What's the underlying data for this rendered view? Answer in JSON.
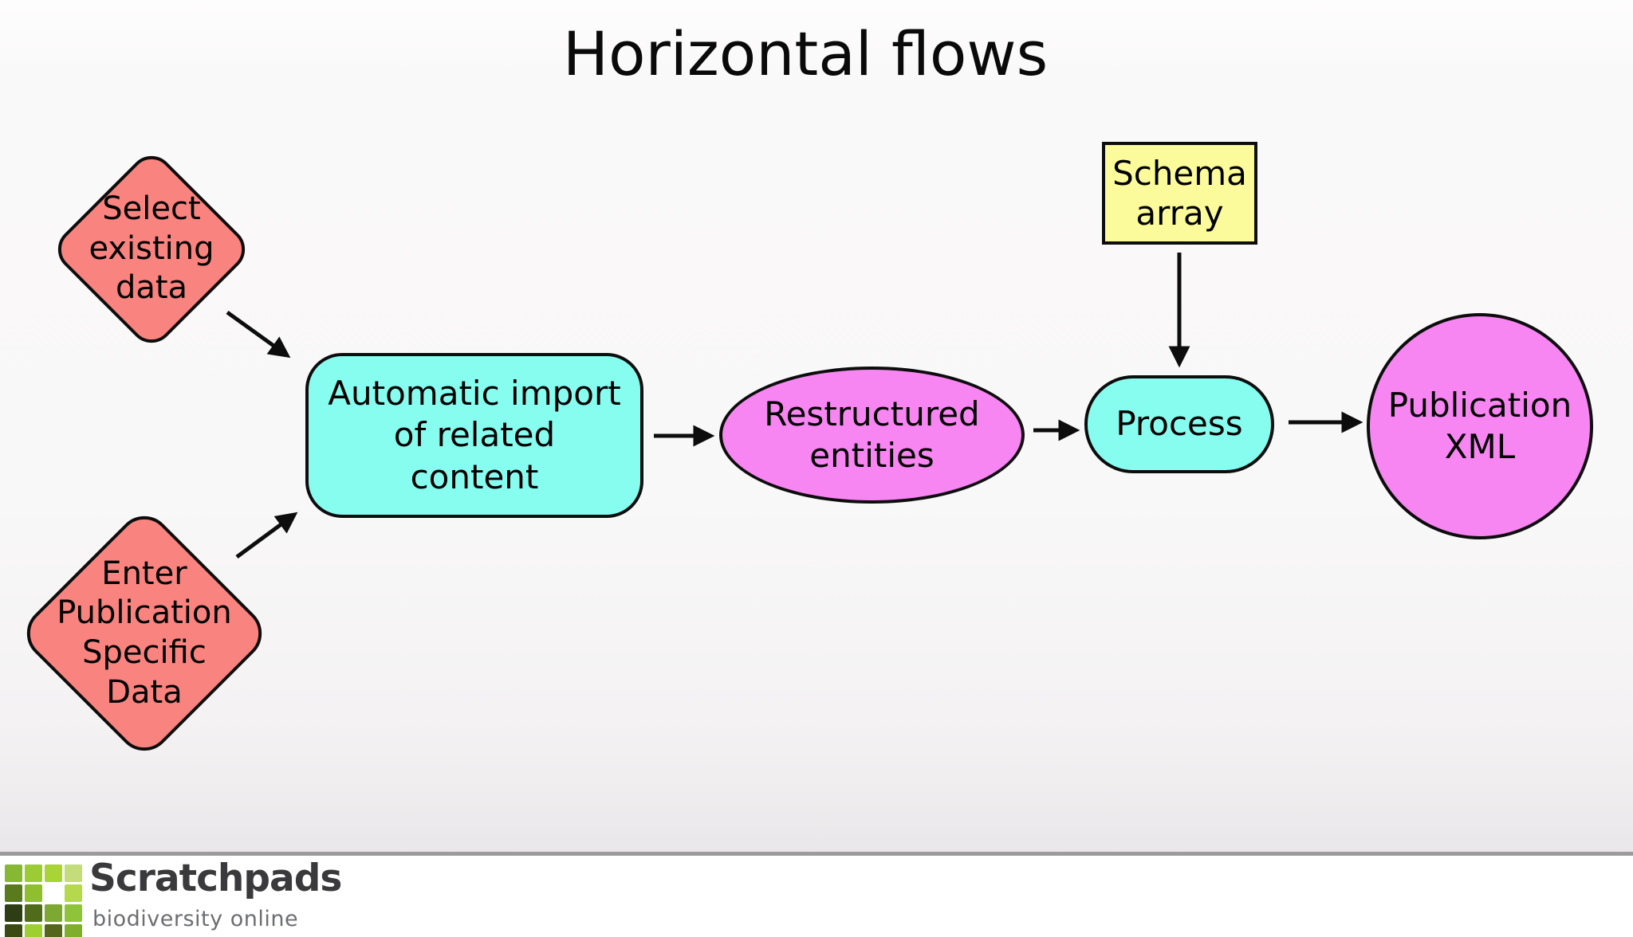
{
  "title": "Horizontal flows",
  "colors": {
    "salmon": "#f8837f",
    "cyan": "#87fdf0",
    "magenta": "#f786f2",
    "yellow": "#fbfb9b",
    "arrow": "#0d0d0d"
  },
  "nodes": {
    "select_existing_data": {
      "label": "Select\nexisting\ndata",
      "color": "#f8837f"
    },
    "enter_publication_specific_data": {
      "label": "Enter\nPublication\nSpecific\nData",
      "color": "#f8837f"
    },
    "automatic_import": {
      "label": "Automatic import\nof related\ncontent",
      "color": "#87fdf0"
    },
    "restructured_entities": {
      "label": "Restructured\nentities",
      "color": "#f786f2"
    },
    "schema_array": {
      "label": "Schema\narray",
      "color": "#fbfb9b"
    },
    "process": {
      "label": "Process",
      "color": "#87fdf0"
    },
    "publication_xml": {
      "label": "Publication\nXML",
      "color": "#f786f2"
    }
  },
  "footer": {
    "brand": "Scratchpads",
    "tagline": "biodiversity online",
    "logo_cells": [
      "#86b833",
      "#9ccc33",
      "#a8d435",
      "#c4dd7a",
      "#5a7a1e",
      "#8fbf2e",
      "#ffffff",
      "#b5d94d",
      "#2e3d14",
      "#506b1a",
      "#7da832",
      "#8fc43a",
      "#3a4a12",
      "#9ccf2f",
      "#55661c",
      "#7fae2c"
    ]
  }
}
